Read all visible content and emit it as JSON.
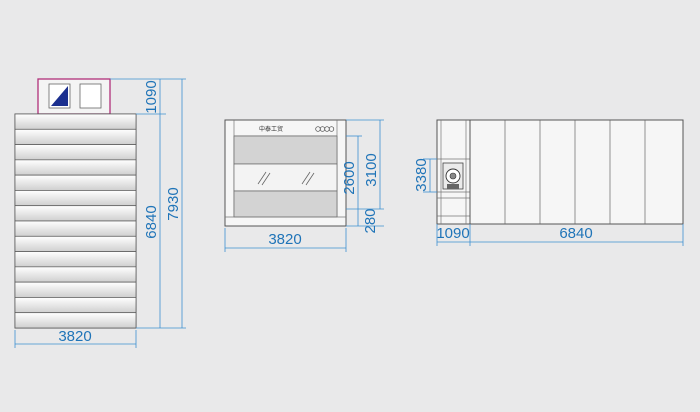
{
  "top_view": {
    "dims": {
      "width": "3820",
      "fan_depth": "1090",
      "booth_length": "6840",
      "total_length": "7930"
    }
  },
  "front_view": {
    "brand_text": "中泰工贸",
    "dims": {
      "width": "3820",
      "door_height": "2600",
      "total_height": "3100",
      "base_height": "280"
    }
  },
  "side_view": {
    "dims": {
      "height": "3380",
      "fan_depth": "1090",
      "booth_length": "6840"
    }
  },
  "colors": {
    "background": "#e9e9ea",
    "dimension": "#1f74b8",
    "fan_frame": "#b0307a",
    "accent_blue": "#1b2f8f",
    "panel_gray": "#d3d3d3"
  }
}
